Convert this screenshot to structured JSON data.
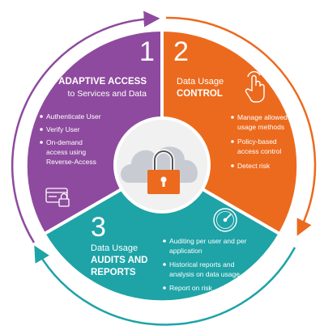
{
  "colors": {
    "purple": "#8e4a9e",
    "orange": "#ec6a1e",
    "teal": "#1ea3a7",
    "center_bg": "#f1f1f1",
    "cloud": "#c8ccd2",
    "lock": "#ec6a1e",
    "white": "#ffffff"
  },
  "segments": [
    {
      "number": "1",
      "title_line1": "ADAPTIVE ACCESS",
      "title_line2": "to Services and Data",
      "items": [
        "Authenticate User",
        "Verify User",
        "On-demand",
        "access using",
        "Reverse-Access"
      ],
      "icon": "card-lock-icon"
    },
    {
      "number": "2",
      "title_line1": "Data Usage",
      "title_line2": "CONTROL",
      "items": [
        "Manage allowed",
        "usage methods",
        "Policy-based",
        "access control",
        "Detect risk"
      ],
      "icon": "hand-pointer-icon"
    },
    {
      "number": "3",
      "title_line1": "Data Usage",
      "title_line2": "AUDITS AND",
      "title_line3": "REPORTS",
      "items": [
        "Auditing per user and per",
        "application",
        "Historical reports and",
        "analysis on data usage",
        "Report on risk"
      ],
      "icon": "gauge-icon"
    }
  ],
  "center_icon": "cloud-lock-icon"
}
